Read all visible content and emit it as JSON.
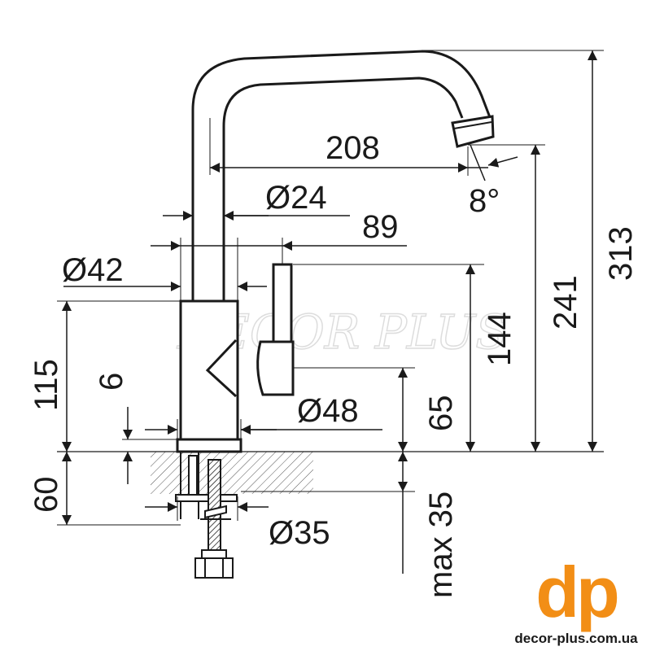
{
  "watermark": "DECOR PLUS",
  "dimensions": {
    "spout_reach": "208",
    "spout_diameter": "Ø24",
    "spout_angle": "8°",
    "body_offset": "89",
    "body_diameter": "Ø42",
    "total_height": "313",
    "spout_height": "241",
    "lever_height": "144",
    "body_height": "115",
    "base_thickness": "6",
    "base_diameter": "Ø48",
    "handle_height": "65",
    "shank_length": "60",
    "shank_diameter": "Ø35",
    "max_countertop": "max 35"
  },
  "brand": {
    "logo_text": "dp",
    "website": "decor-plus.com.ua",
    "color": "#f28e16"
  }
}
